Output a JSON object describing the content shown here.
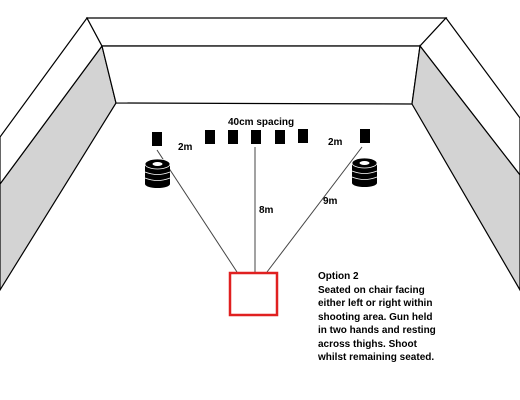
{
  "colors": {
    "wall_face": "#d3d3d3",
    "wall_top": "#ffffff",
    "outline": "#000000",
    "target": "#000000",
    "shooting_box": "#e02020",
    "line": "#444444"
  },
  "labels": {
    "spacing": "40cm spacing",
    "left_distance": "2m",
    "right_distance": "2m",
    "center_distance": "8m",
    "diagonal_distance": "9m"
  },
  "note": {
    "title": "Option 2",
    "lines": [
      "Seated on chair facing",
      "either left or right within",
      "shooting area. Gun held",
      "in two hands and resting",
      "across thighs. Shoot",
      "whilst remaining seated."
    ]
  },
  "targets": {
    "count": 7
  },
  "barrels": {
    "count": 2
  }
}
